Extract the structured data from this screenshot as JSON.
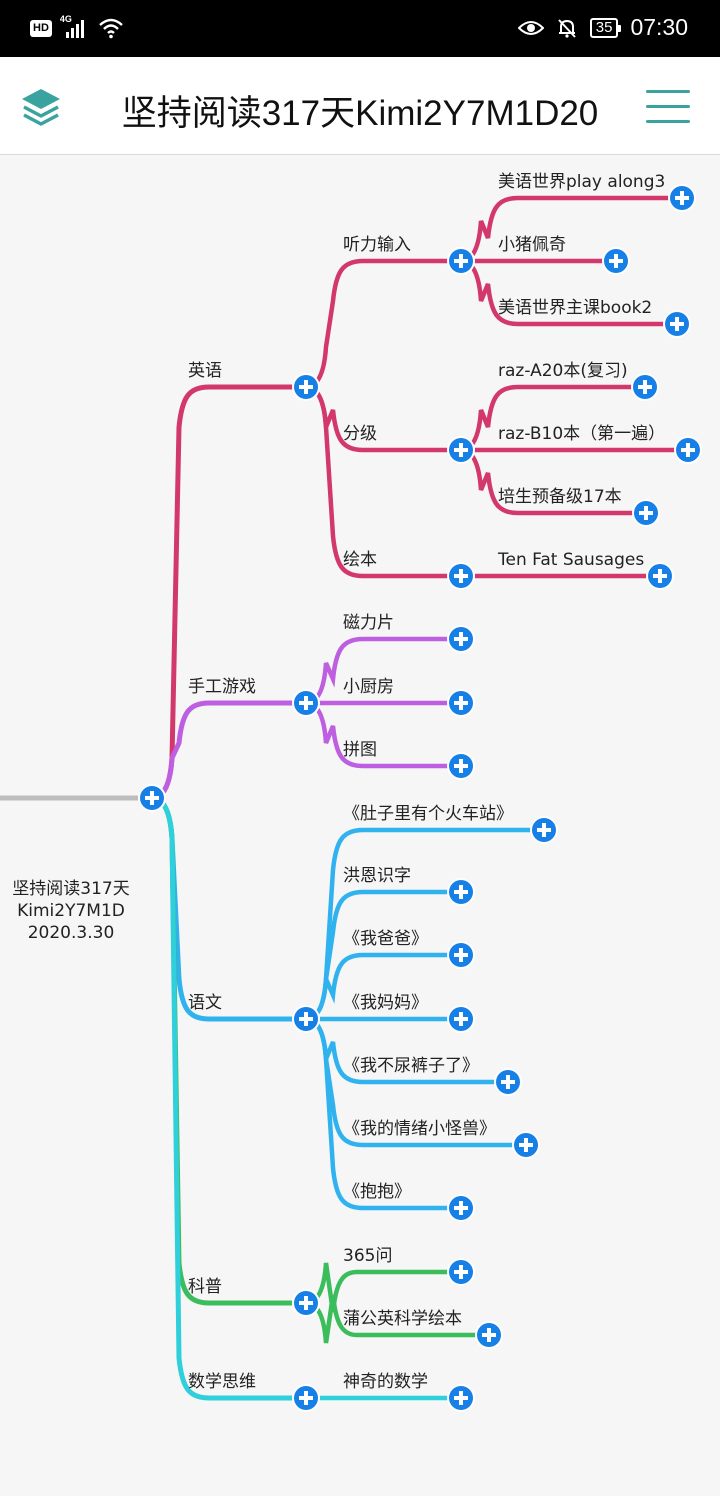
{
  "status_bar": {
    "hd": "HD",
    "network": "4G",
    "battery": "35",
    "time": "07:30"
  },
  "header": {
    "title": "坚持阅读317天Kimi2Y7M1D20",
    "layers_icon": "layers-icon",
    "menu_icon": "hamburger-menu-icon"
  },
  "colors": {
    "english": "#d2386c",
    "handcraft": "#bd5fe0",
    "chinese": "#30b2ee",
    "science": "#3cbd5c",
    "math": "#2fcfdc",
    "root_line": "#bdbdbd",
    "node_button": "#1680e6"
  },
  "mindmap": {
    "root": "坚持阅读317天\nKimi2Y7M1D\n2020.3.30",
    "branches": [
      {
        "label": "英语",
        "children": [
          {
            "label": "听力输入",
            "children": [
              "美语世界play along3",
              "小猪佩奇",
              "美语世界主课book2"
            ]
          },
          {
            "label": "分级",
            "children": [
              "raz-A20本(复习)",
              "raz-B10本（第一遍）",
              "培生预备级17本"
            ]
          },
          {
            "label": "绘本",
            "children": [
              "Ten Fat Sausages"
            ]
          }
        ]
      },
      {
        "label": "手工游戏",
        "children": [
          {
            "label": "磁力片"
          },
          {
            "label": "小厨房"
          },
          {
            "label": "拼图"
          }
        ]
      },
      {
        "label": "语文",
        "children": [
          {
            "label": "《肚子里有个火车站》"
          },
          {
            "label": "洪恩识字"
          },
          {
            "label": "《我爸爸》"
          },
          {
            "label": "《我妈妈》"
          },
          {
            "label": "《我不尿裤子了》"
          },
          {
            "label": "《我的情绪小怪兽》"
          },
          {
            "label": "《抱抱》"
          }
        ]
      },
      {
        "label": "科普",
        "children": [
          {
            "label": "365问"
          },
          {
            "label": "蒲公英科学绘本"
          }
        ]
      },
      {
        "label": "数学思维",
        "children": [
          {
            "label": "神奇的数学"
          }
        ]
      }
    ]
  }
}
